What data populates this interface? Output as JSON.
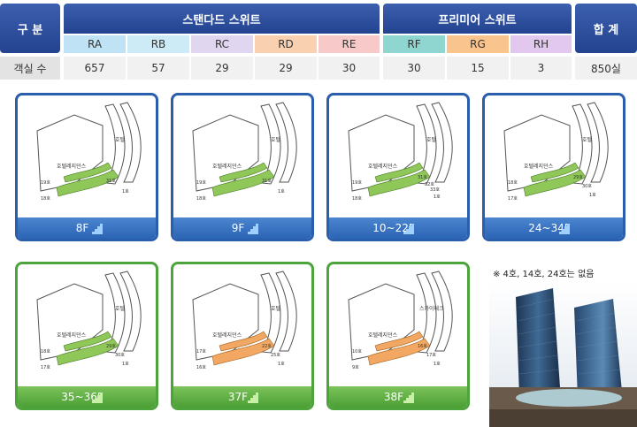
{
  "table": {
    "row_header": "구 분",
    "group_standard": "스탠다드 스위트",
    "group_premier": "프리미어 스위트",
    "total_header": "합 계",
    "count_label": "객실 수",
    "types": [
      {
        "code": "RA",
        "count": "657",
        "color": "#bfe3f4"
      },
      {
        "code": "RB",
        "count": "57",
        "color": "#cdebf6"
      },
      {
        "code": "RC",
        "count": "29",
        "color": "#e1d6ef"
      },
      {
        "code": "RD",
        "count": "29",
        "color": "#f9d1b0"
      },
      {
        "code": "RE",
        "count": "30",
        "color": "#f8c9c9"
      },
      {
        "code": "RF",
        "count": "30",
        "color": "#8ed6cf"
      },
      {
        "code": "RG",
        "count": "15",
        "color": "#f9c48e"
      },
      {
        "code": "RH",
        "count": "3",
        "color": "#e2c8ee"
      }
    ],
    "total": "850실"
  },
  "plan_labels": {
    "hotel": "호텔",
    "residence": "호텔레지던스",
    "sky_deck": "스카이데크",
    "room_1": "1호",
    "room_9": "9호",
    "room_10": "10호",
    "room_16": "16호",
    "room_17": "17호",
    "room_18": "18호",
    "room_19": "19호",
    "room_22": "22호",
    "room_25": "25호",
    "room_29": "29호",
    "room_30": "30호",
    "room_31": "31호",
    "room_32": "32호",
    "room_33": "33호"
  },
  "floors": [
    {
      "label": "8F"
    },
    {
      "label": "9F"
    },
    {
      "label": "10~22F"
    },
    {
      "label": "24~34F"
    },
    {
      "label": "35~36F"
    },
    {
      "label": "37F"
    },
    {
      "label": "38F"
    }
  ],
  "note": "※ 4호, 14호, 24호는 없음",
  "colors": {
    "header_blue": "#2a4a9a",
    "card_blue": "#2a5fae",
    "card_green": "#4da33c",
    "room_green": "#8fc758",
    "room_orange": "#f2a862"
  }
}
